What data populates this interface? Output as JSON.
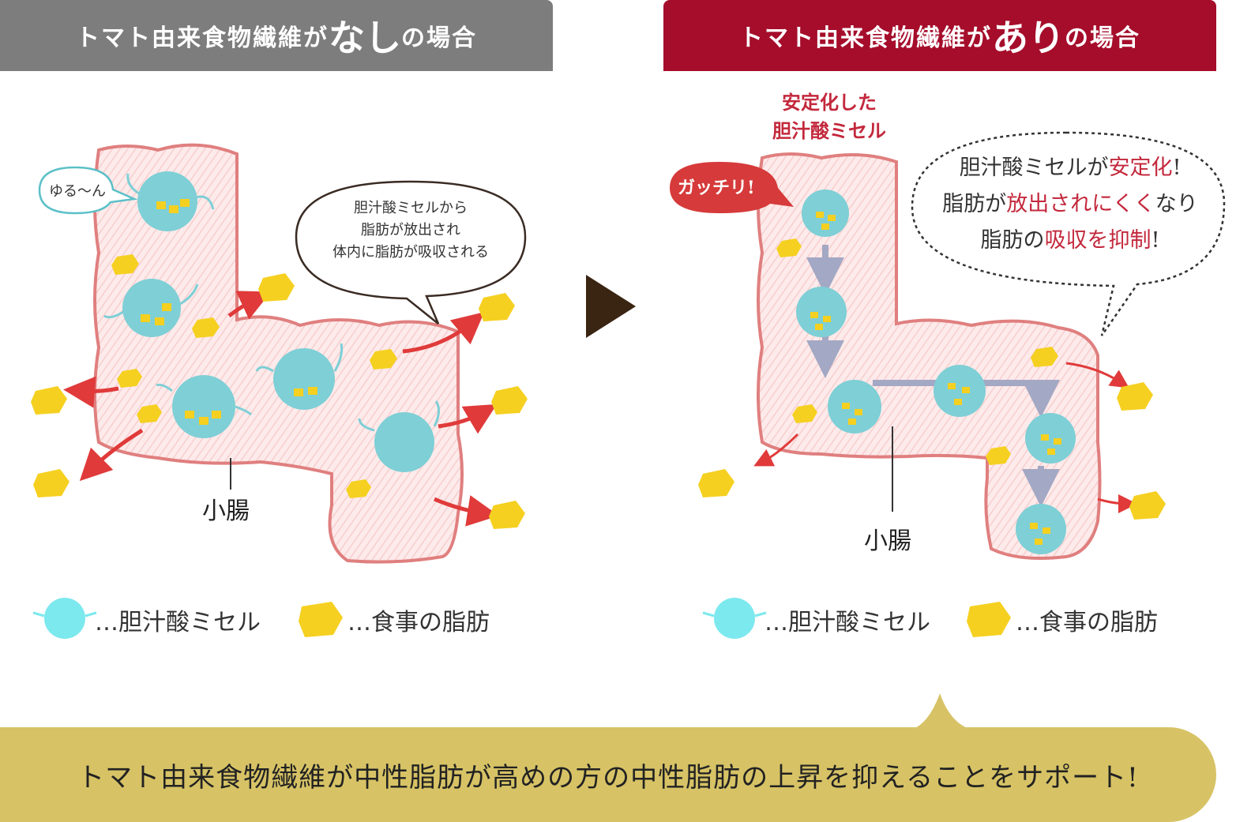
{
  "left_panel": {
    "header_prefix": "トマト由来食物繊維が",
    "header_emphasis": "なし",
    "header_suffix": "の場合",
    "mascot_speech": "ゆる〜ん",
    "thought_bubble_line1": "胆汁酸ミセルから",
    "thought_bubble_line2": "脂肪が放出され",
    "thought_bubble_line3": "体内に脂肪が吸収される",
    "intestine_label": "小腸",
    "legend_micelle": "…胆汁酸ミセル",
    "legend_fat": "…食事の脂肪"
  },
  "right_panel": {
    "header_prefix": "トマト由来食物繊維が",
    "header_emphasis": "あり",
    "header_suffix": "の場合",
    "stable_label_line1": "安定化した",
    "stable_label_line2": "胆汁酸ミセル",
    "gacchiri_badge": "ガッチリ!",
    "bubble_line1_a": "胆汁酸ミセルが",
    "bubble_line1_b": "安定化",
    "bubble_line1_c": "!",
    "bubble_line2_a": "脂肪が",
    "bubble_line2_b": "放出されにくく",
    "bubble_line2_c": "なり",
    "bubble_line3_a": "脂肪の",
    "bubble_line3_b": "吸収を抑制",
    "bubble_line3_c": "!",
    "intestine_label": "小腸",
    "legend_micelle": "…胆汁酸ミセル",
    "legend_fat": "…食事の脂肪"
  },
  "bottom_banner": "トマト由来食物繊維が中性脂肪が高めの方の中性脂肪の上昇を抑えることをサポート!",
  "colors": {
    "header_left": "#7d7d7d",
    "header_right": "#a50d2b",
    "micelle": "#7ecfd6",
    "fat": "#f5d020",
    "arrow_red": "#e03a3a",
    "intestine_fill": "#fbe2e2",
    "intestine_border": "#e07f7f",
    "flow_arrow": "#a3a8c4",
    "banner": "#d7c366",
    "divider_arrow": "#3a2412"
  }
}
